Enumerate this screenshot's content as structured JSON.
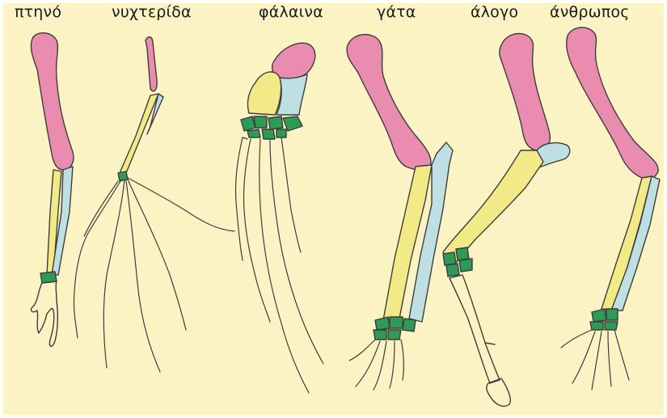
{
  "colors": {
    "background": "#fbf3c3",
    "humerus": "#e98cb0",
    "radius": "#f2ea87",
    "ulna": "#bfe0e3",
    "carpals": "#2f9a55",
    "digits": "#fffdf2",
    "outline": "#3d3d3d"
  },
  "labels": {
    "bird": "πτηνό",
    "bat": "νυχτερίδα",
    "whale": "φάλαινα",
    "cat": "γάτα",
    "horse": "άλογο",
    "human": "άνθρωπος"
  }
}
